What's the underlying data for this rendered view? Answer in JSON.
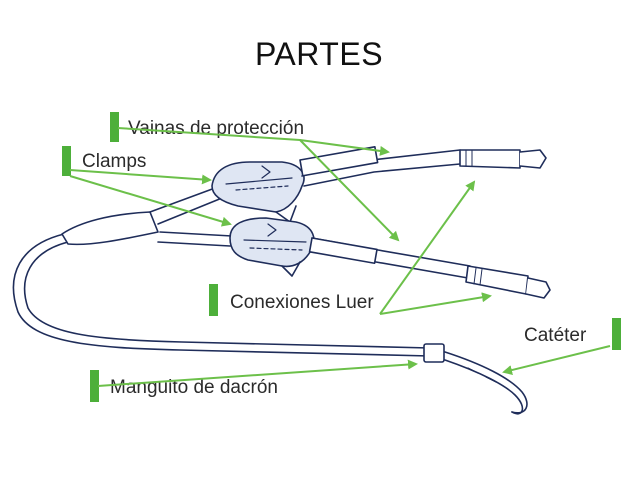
{
  "slide": {
    "title": "PARTES"
  },
  "labels": {
    "vainas": "Vainas de protección",
    "clamps": "Clamps",
    "conexiones": "Conexiones Luer",
    "cateter": "Catéter",
    "manguito": "Manguito de dacrón"
  },
  "colors": {
    "label_bar": "#4daf3a",
    "arrow": "#6cc04a",
    "outline": "#1f2d5a",
    "clamp_fill": "#dfe6f3"
  }
}
